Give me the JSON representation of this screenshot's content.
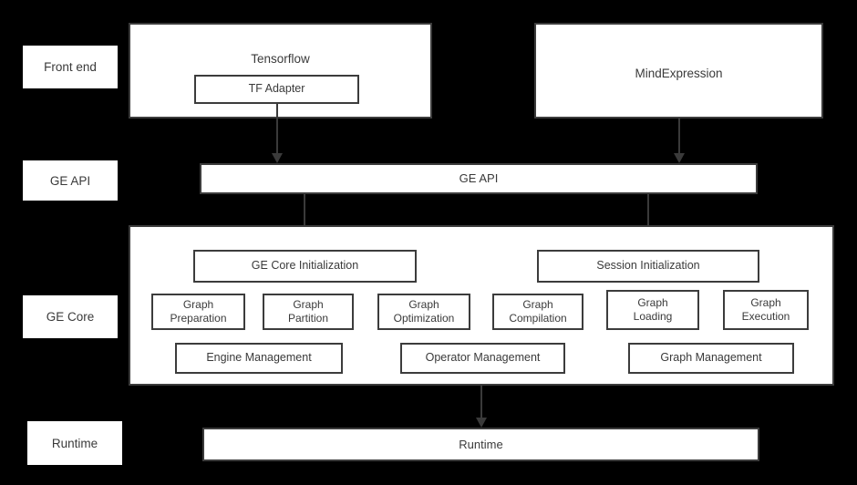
{
  "diagram": {
    "background_color": "#000000",
    "box_fill": "#ffffff",
    "box_border": "#3c3c3c",
    "text_color": "#3a3a3a"
  },
  "stage_labels": [
    {
      "label": "Front end"
    },
    {
      "label": "GE API"
    },
    {
      "label": "GE Core"
    },
    {
      "label": "Runtime"
    }
  ],
  "frontend": {
    "tensorflow": {
      "title": "Tensorflow",
      "adapter": "TF Adapter"
    },
    "mindexpression": {
      "title": "MindExpression"
    }
  },
  "ge_api": {
    "label": "GE API"
  },
  "ge_core": {
    "init_left": "GE Core Initialization",
    "init_right": "Session Initialization",
    "modules": [
      {
        "line1": "Graph",
        "line2": "Preparation"
      },
      {
        "line1": "Graph",
        "line2": "Partition"
      },
      {
        "line1": "Graph",
        "line2": "Optimization"
      },
      {
        "line1": "Graph",
        "line2": "Compilation"
      },
      {
        "line1": "Graph",
        "line2": "Loading"
      },
      {
        "line1": "Graph",
        "line2": "Execution"
      }
    ],
    "managers": [
      {
        "label": "Engine Management"
      },
      {
        "label": "Operator Management"
      },
      {
        "label": "Graph Management"
      }
    ]
  },
  "runtime": {
    "label": "Runtime"
  }
}
